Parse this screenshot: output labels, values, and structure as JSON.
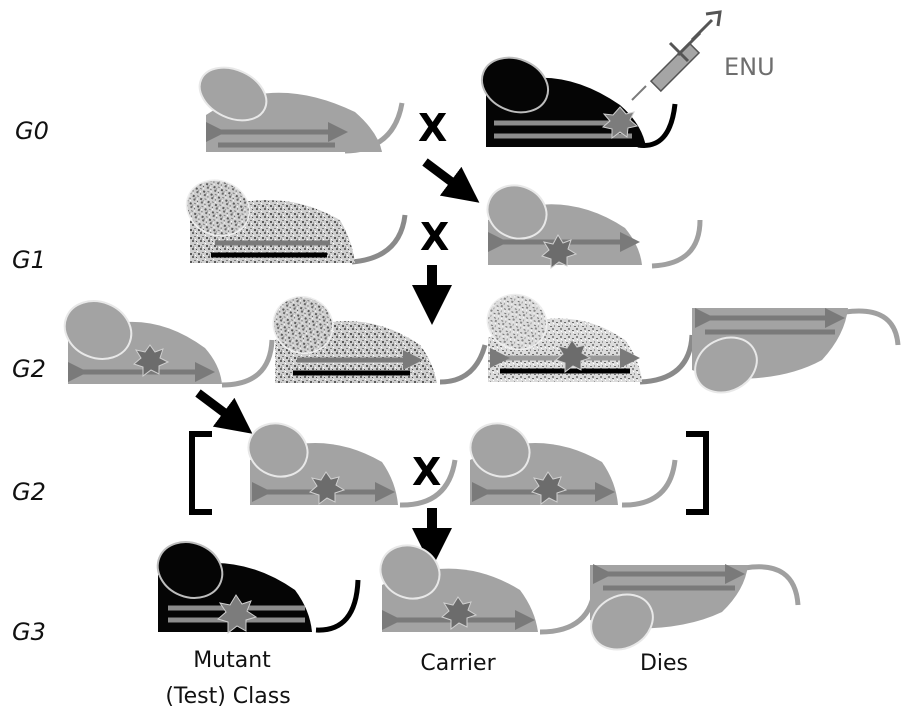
{
  "generations": [
    "G0",
    "G1",
    "G2",
    "G2",
    "G3"
  ],
  "mutagen": "ENU",
  "cross_symbol": "X",
  "outcomes": {
    "mutant_line1": "Mutant",
    "mutant_line2": "(Test) Class",
    "carrier": "Carrier",
    "dies": "Dies"
  },
  "colors": {
    "mouse_gray": "#a3a3a3",
    "mouse_black": "#050505",
    "chromosome": "#7a7a7a",
    "mutation_star": "#6c6c6c",
    "speckle": "#8f8f8f"
  }
}
